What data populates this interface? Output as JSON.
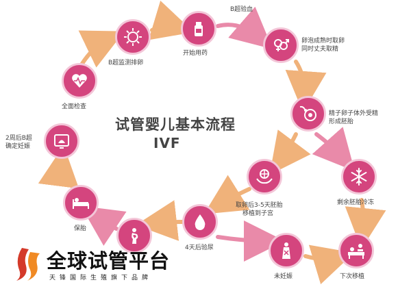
{
  "title": "试管婴儿基本流程",
  "subtitle": "IVF",
  "colors": {
    "node": "#d4457e",
    "ring": "#f3c6d8",
    "arrow": "#f0b27a",
    "arrow_pink": "#e98aa9",
    "text": "#444444"
  },
  "steps": [
    {
      "label": "B超验血",
      "icon": "flask-icon"
    },
    {
      "label": "开始用药",
      "icon": "medicine-bottle-icon"
    },
    {
      "label": "卵泡成熟时取卵",
      "label2": "同时丈夫取精",
      "icon": "gender-symbols-icon"
    },
    {
      "label": "B超监测排卵",
      "icon": "sun-ovary-icon"
    },
    {
      "label": "精子卵子体外受精",
      "label2": "形成胚胎",
      "icon": "sperm-egg-icon"
    },
    {
      "label": "全面检查",
      "icon": "heart-monitor-icon"
    },
    {
      "label": "2周后B超",
      "label2": "确定妊娠",
      "icon": "ultrasound-icon"
    },
    {
      "label": "剩余胚胎冷冻",
      "icon": "snowflake-icon"
    },
    {
      "label": "取卵后3-5天胚胎",
      "label2": "移植到子宫",
      "icon": "hands-embryo-icon"
    },
    {
      "label": "保胎",
      "icon": "bed-icon"
    },
    {
      "label": "4天后验尿",
      "icon": "drop-icon"
    },
    {
      "label": "未妊娠",
      "icon": "not-pregnant-icon"
    },
    {
      "label": "下次移植",
      "icon": "transfer-bed-icon"
    },
    {
      "label": "",
      "icon": "pregnant-woman-icon"
    }
  ],
  "brand": {
    "name": "全球试管平台",
    "tagline": "天锋国际生殖旗下品牌",
    "logo_icon": "brand-logo-icon"
  }
}
